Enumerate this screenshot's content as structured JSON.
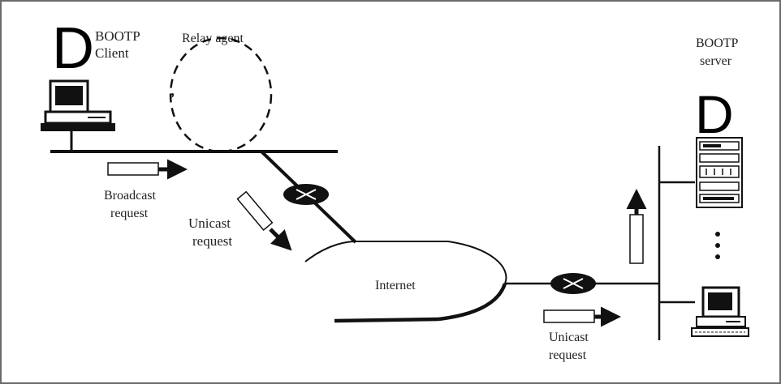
{
  "client": {
    "glyph": "D",
    "label_line1": "BOOTP",
    "label_line2": "Client"
  },
  "relay": {
    "label": "Relay agent"
  },
  "server": {
    "label_line1": "BOOTP",
    "label_line2": "server",
    "glyph": "D"
  },
  "broadcast": {
    "line1": "Broadcast",
    "line2": "request"
  },
  "unicast_left": {
    "line1": "Unicast",
    "line2": "request"
  },
  "internet": {
    "label": "Internet"
  },
  "unicast_bottom": {
    "line1": "Unicast",
    "line2": "request"
  },
  "ellipsis": "•\n•\n•"
}
